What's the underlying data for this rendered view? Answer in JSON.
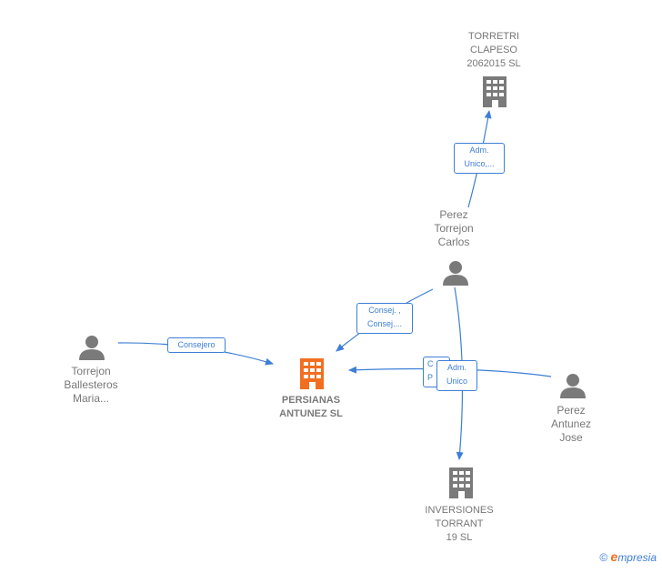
{
  "nodes": {
    "torretri": {
      "label": "TORRETRI\nCLAPESO\n2062015  SL",
      "kind": "company"
    },
    "perez_carlos": {
      "label": "Perez\nTorrejon\nCarlos",
      "kind": "person"
    },
    "torrejon_maria": {
      "label": "Torrejon\nBallesteros\nMaria...",
      "kind": "person"
    },
    "persianas": {
      "label": "PERSIANAS\nANTUNEZ  SL",
      "kind": "company-main"
    },
    "perez_jose": {
      "label": "Perez\nAntunez\nJose",
      "kind": "person"
    },
    "inversiones": {
      "label": "INVERSIONES\nTORRANT\n19  SL",
      "kind": "company"
    }
  },
  "edges": {
    "carlos_torretri": "Adm.\nUnico,...",
    "carlos_persianas": "Consej. ,\nConsej....",
    "maria_persianas": "Consejero",
    "jose_persianas_back": "C\nP",
    "carlos_inversiones": "Adm.\nUnico"
  },
  "footer": {
    "copyright": "©",
    "brand_e": "e",
    "brand_rest": "mpresia"
  },
  "colors": {
    "edge": "#3d7fd6",
    "node": "#777777",
    "main_company": "#f26f21"
  }
}
